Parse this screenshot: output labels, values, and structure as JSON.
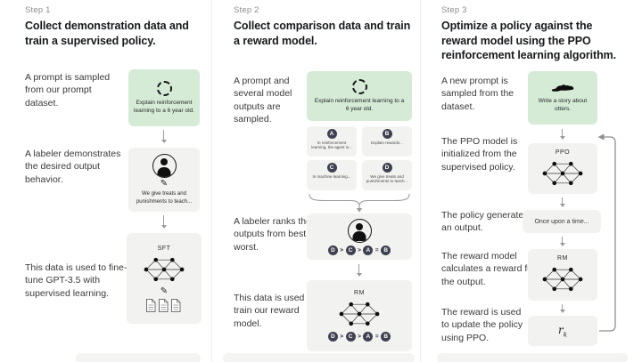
{
  "colors": {
    "background": "#ffffff",
    "green_box": "#d5ebd6",
    "gray_box": "#f2f2f0",
    "heading_text": "#17191c",
    "body_text": "#3a3a3a",
    "step_label_text": "#8c8c8c",
    "badge_circle": "#3f4150"
  },
  "steps": [
    {
      "label": "Step 1",
      "heading": "Collect demonstration data and train a supervised policy.",
      "rows": [
        {
          "text": "A prompt is sampled from our prompt dataset."
        },
        {
          "text": "A labeler demonstrates the desired output behavior."
        },
        {
          "text": "This data is used to fine-tune GPT-3.5 with supervised learning."
        }
      ],
      "prompt_box": {
        "icon": "refresh-icon",
        "text": "Explain reinforcement learning to a 6 year old."
      },
      "labeler_box": {
        "icon": "person-icon",
        "pencil": "✎",
        "caption": "We give treats and punishments to teach..."
      },
      "sft_box": {
        "title": "SFT",
        "icon": "network-icon",
        "pencil": "✎",
        "docs": "documents-icon"
      }
    },
    {
      "label": "Step 2",
      "heading": "Collect comparison data and train a reward model.",
      "rows": [
        {
          "text": "A prompt and several model outputs are sampled."
        },
        {
          "text": "A labeler ranks the outputs from best to worst."
        },
        {
          "text": "This data is used to train our reward model."
        }
      ],
      "prompt_box": {
        "icon": "refresh-icon",
        "text": "Explain reinforcement learning to a 6 year old."
      },
      "outputs": [
        {
          "letter": "A",
          "text": "In reinforcement learning, the agent is..."
        },
        {
          "letter": "B",
          "text": "Explain rewards..."
        },
        {
          "letter": "C",
          "text": "In machine learning..."
        },
        {
          "letter": "D",
          "text": "We give treats and punishments to teach..."
        }
      ],
      "ranking": {
        "letters": [
          "D",
          "C",
          "A",
          "B"
        ],
        "seps": [
          ">",
          ">",
          "="
        ]
      },
      "rm_box": {
        "title": "RM",
        "icon": "network-icon"
      }
    },
    {
      "label": "Step 3",
      "heading": "Optimize a policy against the reward model using the PPO reinforcement learning algorithm.",
      "rows": [
        {
          "text": "A new prompt is sampled from the dataset."
        },
        {
          "text": "The PPO model is initialized from the supervised policy."
        },
        {
          "text": "The policy generates an output."
        },
        {
          "text": "The reward model calculates a reward for the output."
        },
        {
          "text": "The reward is used to update the policy using PPO."
        }
      ],
      "prompt_box": {
        "icon": "otter-icon",
        "text": "Write a story about otters."
      },
      "ppo_box": {
        "title": "PPO",
        "icon": "network-icon"
      },
      "output_box": {
        "text": "Once upon a time..."
      },
      "rm_box": {
        "title": "RM",
        "icon": "network-icon"
      },
      "reward_box": {
        "base": "r",
        "sub": "k"
      }
    }
  ]
}
